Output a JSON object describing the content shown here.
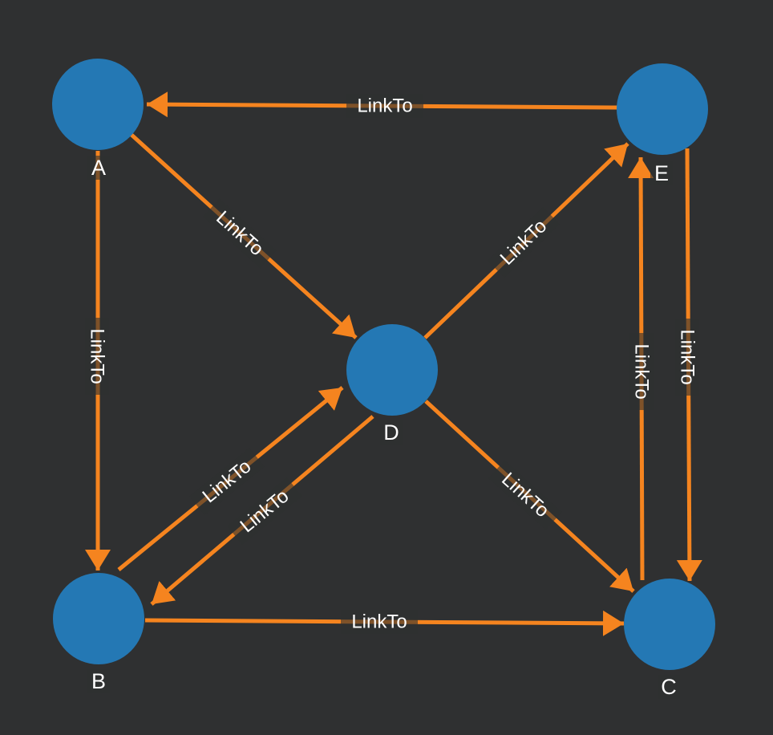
{
  "canvas": {
    "background_color": "#2f3031",
    "node_color": "#2478b4",
    "edge_color": "#f5841f",
    "label_color": "#ffffff"
  },
  "graph": {
    "nodes": [
      {
        "id": "A",
        "label": "A"
      },
      {
        "id": "B",
        "label": "B"
      },
      {
        "id": "C",
        "label": "C"
      },
      {
        "id": "D",
        "label": "D"
      },
      {
        "id": "E",
        "label": "E"
      }
    ],
    "edges": [
      {
        "from": "E",
        "to": "A",
        "label": "LinkTo"
      },
      {
        "from": "A",
        "to": "D",
        "label": "LinkTo"
      },
      {
        "from": "D",
        "to": "E",
        "label": "LinkTo"
      },
      {
        "from": "A",
        "to": "B",
        "label": "LinkTo"
      },
      {
        "from": "B",
        "to": "D",
        "label": "LinkTo"
      },
      {
        "from": "D",
        "to": "B",
        "label": "LinkTo"
      },
      {
        "from": "D",
        "to": "C",
        "label": "LinkTo"
      },
      {
        "from": "B",
        "to": "C",
        "label": "LinkTo"
      },
      {
        "from": "C",
        "to": "E",
        "label": "LinkTo"
      },
      {
        "from": "E",
        "to": "C",
        "label": "LinkTo"
      }
    ]
  }
}
